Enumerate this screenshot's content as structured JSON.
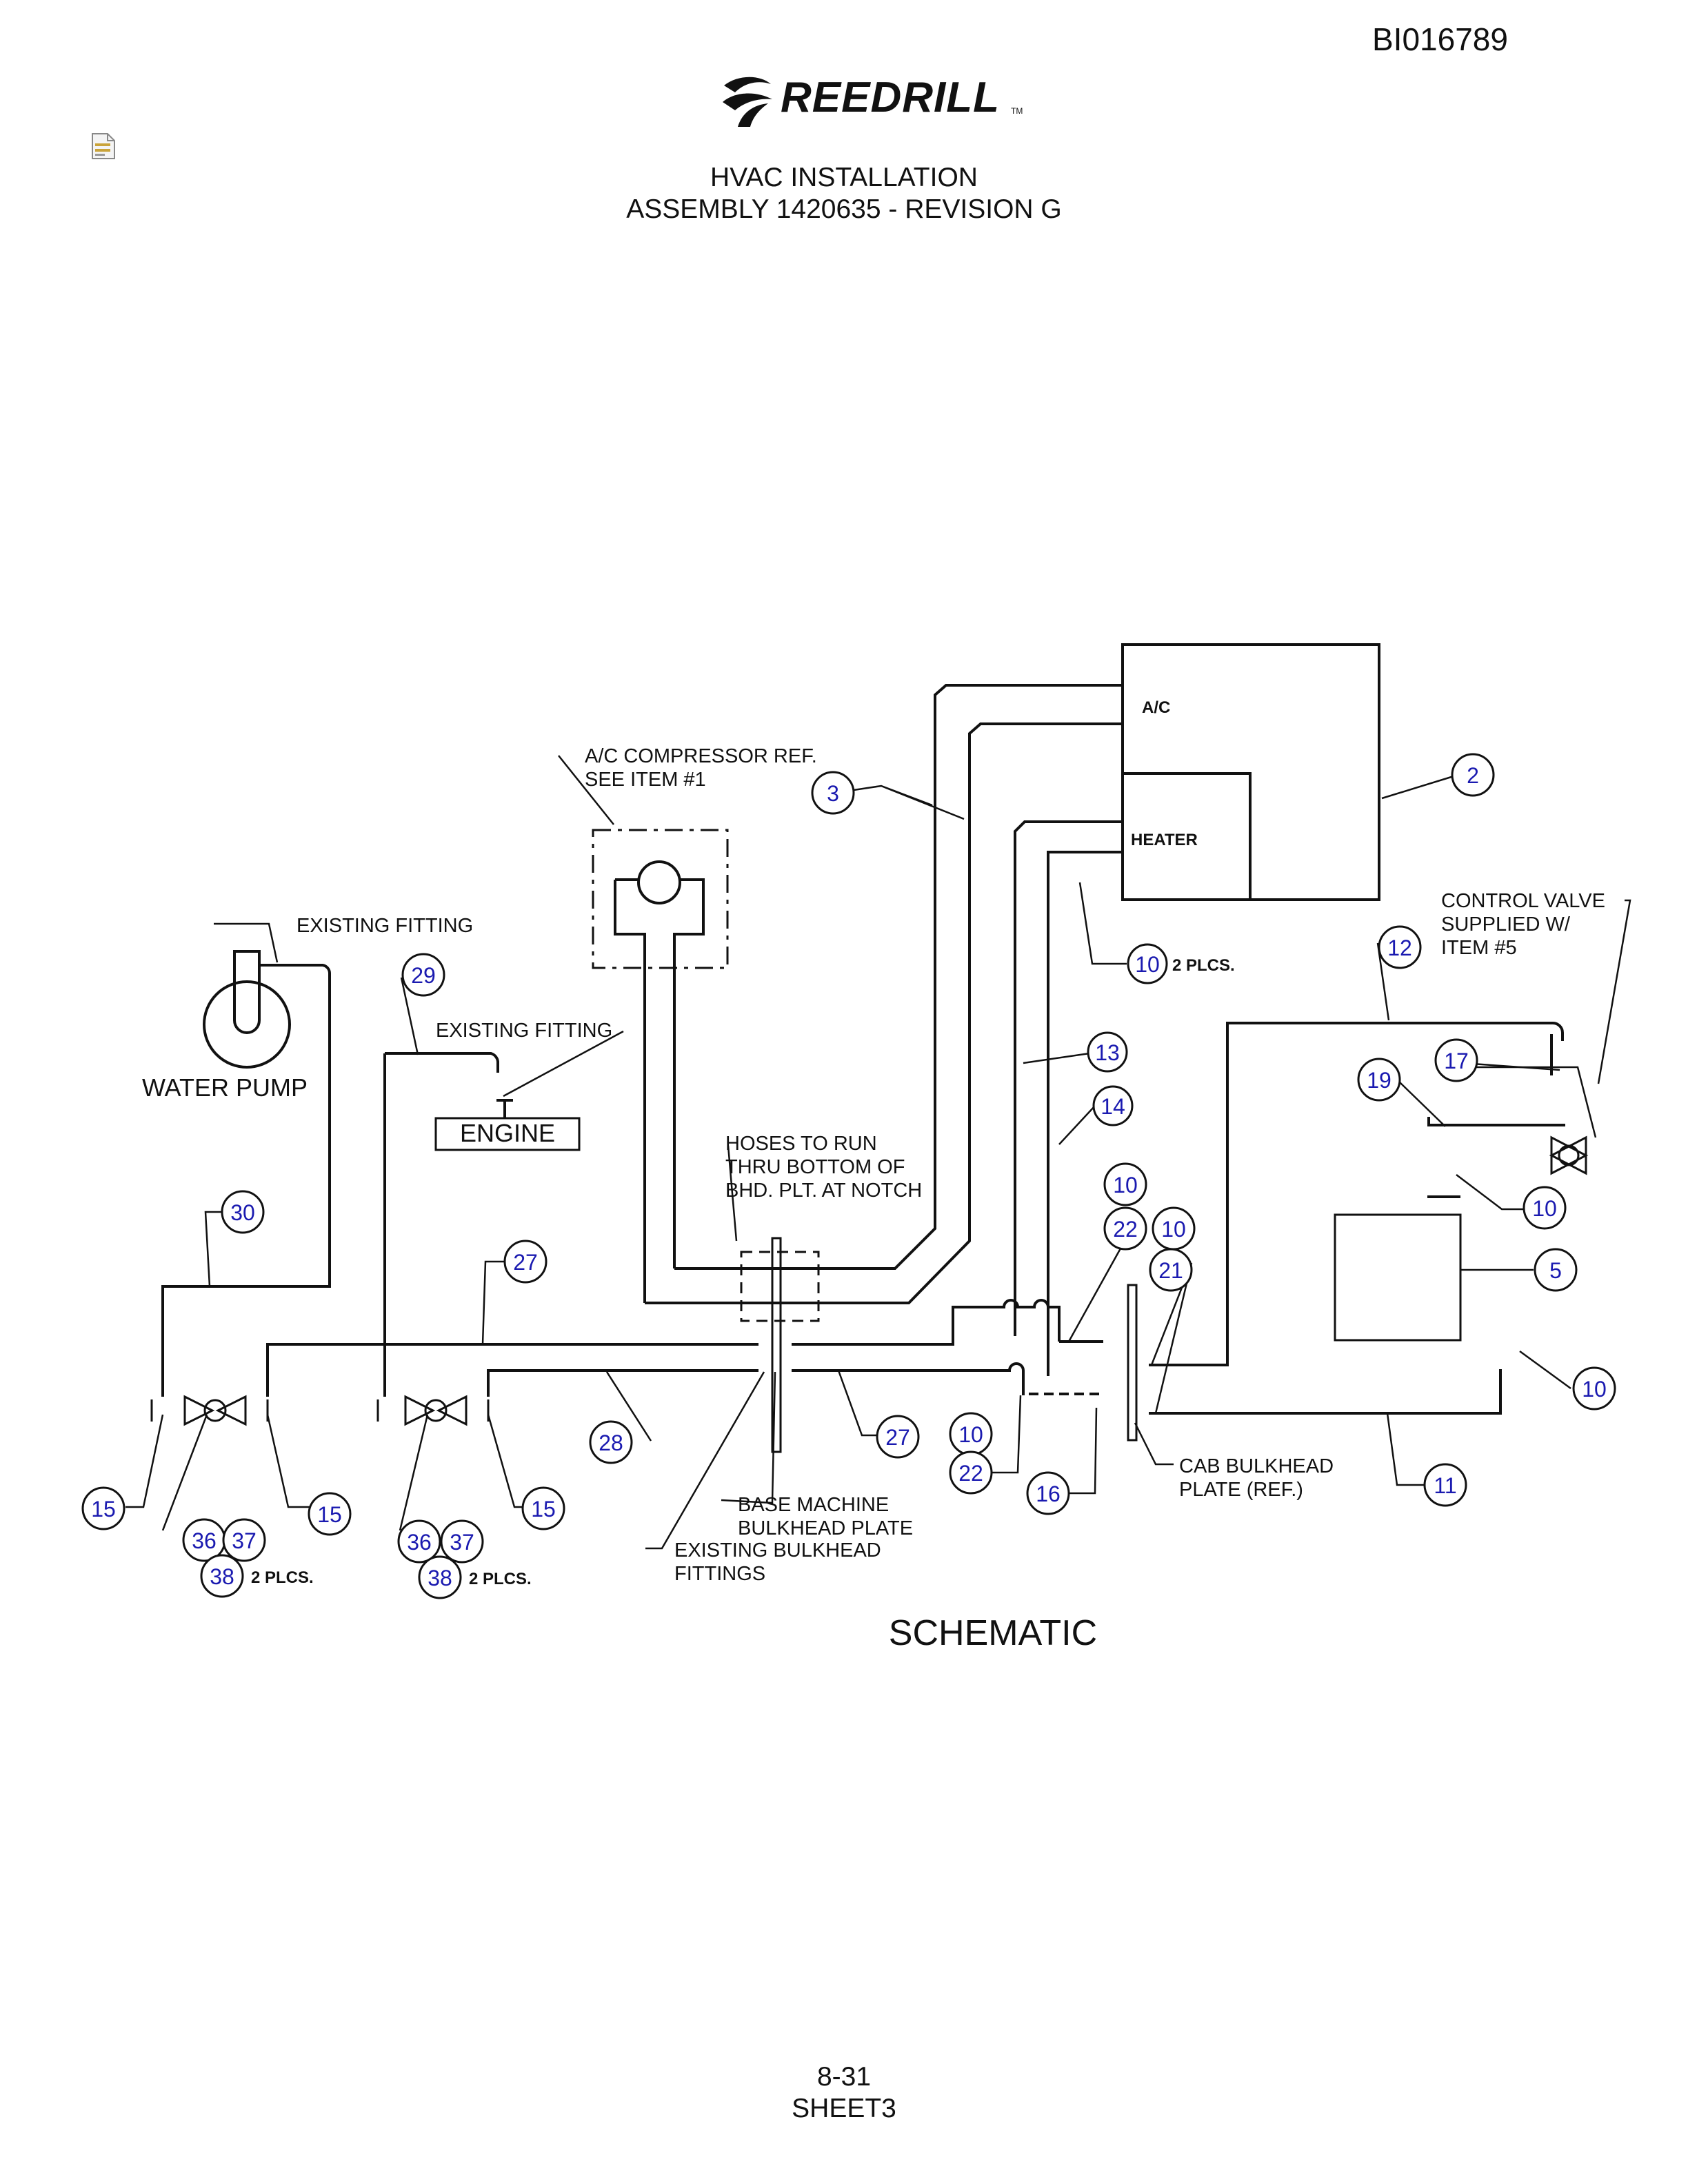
{
  "header": {
    "doc_id": "BI016789",
    "brand": "REEDRILL",
    "brand_tm": "TM",
    "title_line1": "HVAC INSTALLATION",
    "title_line2": "ASSEMBLY 1420635 - REVISION G"
  },
  "diagram": {
    "labels": {
      "ac": "A/C",
      "heater": "HEATER",
      "compressor_1": "A/C COMPRESSOR REF.",
      "compressor_2": "SEE ITEM #1",
      "existing_fitting_pump": "EXISTING FITTING",
      "existing_fitting_engine": "EXISTING FITTING",
      "water_pump": "WATER PUMP",
      "engine": "ENGINE",
      "hoses_1": "HOSES TO RUN",
      "hoses_2": "THRU BOTTOM OF",
      "hoses_3": "BHD. PLT. AT NOTCH",
      "control_valve_1": "CONTROL VALVE",
      "control_valve_2": "SUPPLIED W/",
      "control_valve_3": "ITEM #5",
      "two_plcs_top": "2 PLCS.",
      "two_plcs_left": "2 PLCS.",
      "two_plcs_mid": "2 PLCS.",
      "base_bulkhead_1": "BASE MACHINE",
      "base_bulkhead_2": "BULKHEAD PLATE",
      "existing_bulkhead_1": "EXISTING BULKHEAD",
      "existing_bulkhead_2": "FITTINGS",
      "cab_bulkhead_1": "CAB BULKHEAD",
      "cab_bulkhead_2": "PLATE (REF.)",
      "schematic": "SCHEMATIC"
    },
    "balloons": {
      "b2": "2",
      "b3": "3",
      "b5": "5",
      "b10_top": "10",
      "b10_right_a": "10",
      "b10_right_b": "10",
      "b10_mid_a": "10",
      "b10_mid_b": "10",
      "b10_low": "10",
      "b11": "11",
      "b12": "12",
      "b13": "13",
      "b14": "14",
      "b15_a": "15",
      "b15_b": "15",
      "b15_c": "15",
      "b16": "16",
      "b17": "17",
      "b19": "19",
      "b21": "21",
      "b22_a": "22",
      "b22_b": "22",
      "b27_a": "27",
      "b27_b": "27",
      "b28": "28",
      "b29": "29",
      "b30": "30",
      "b36_a": "36",
      "b37_a": "37",
      "b38_a": "38",
      "b36_b": "36",
      "b37_b": "37",
      "b38_b": "38"
    },
    "balloon_color": "#1a1ab0",
    "line_color": "#111111"
  },
  "footer": {
    "page": "8-31",
    "sheet": "SHEET3"
  }
}
